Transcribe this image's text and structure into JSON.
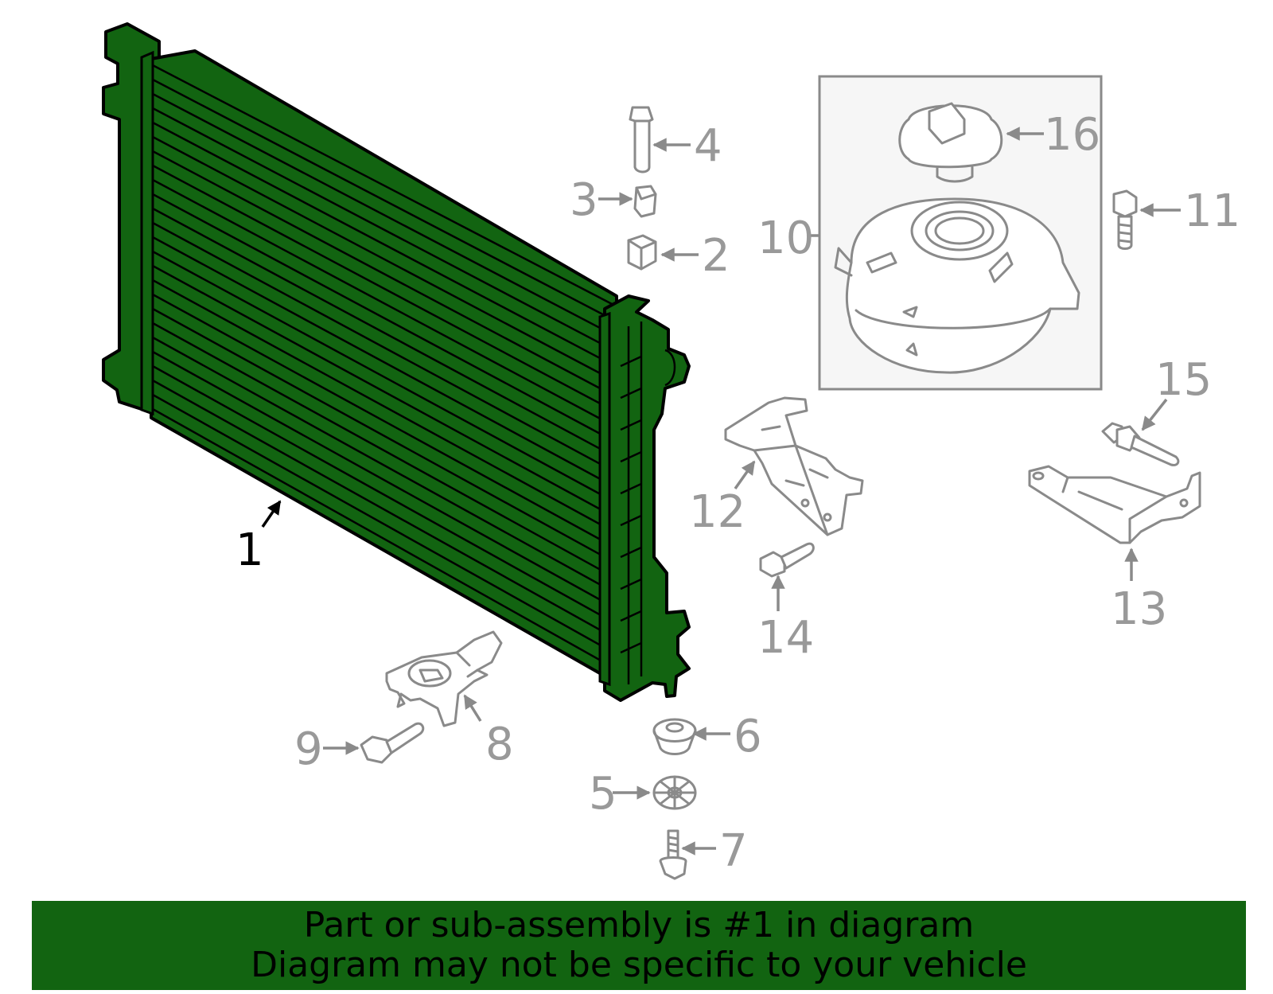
{
  "diagram": {
    "highlight_color": "#126411",
    "highlighted_part": "1",
    "callouts": [
      "1",
      "2",
      "3",
      "4",
      "5",
      "6",
      "7",
      "8",
      "9",
      "10",
      "11",
      "12",
      "13",
      "14",
      "15",
      "16"
    ]
  },
  "banner": {
    "background": "#126411",
    "line1": "Part or sub-assembly is #1 in diagram",
    "line2": "Diagram may not be specific to your vehicle"
  }
}
